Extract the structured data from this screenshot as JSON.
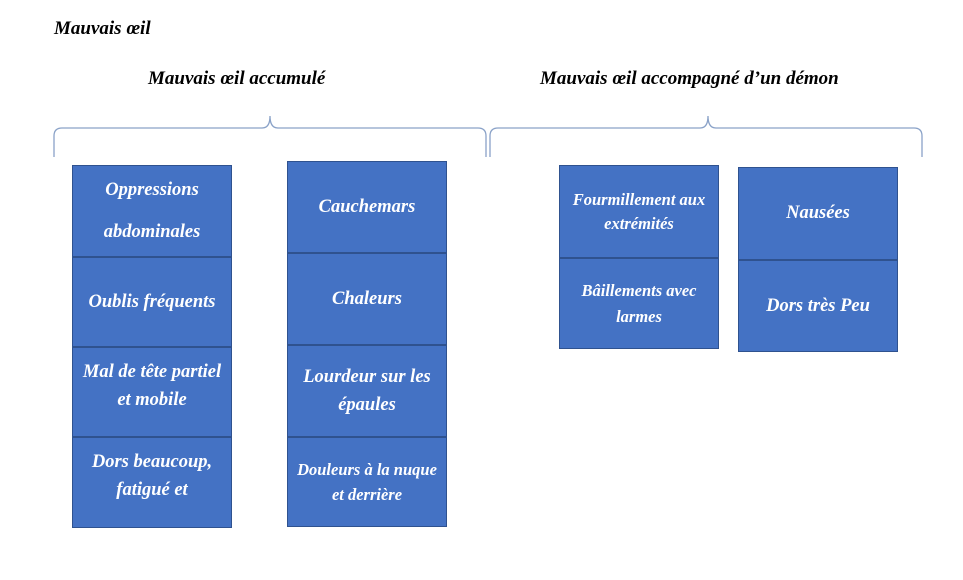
{
  "title": "Mauvais œil",
  "groups": [
    {
      "title": "Mauvais œil accumulé"
    },
    {
      "title": "Mauvais œil accompagné d’un démon"
    }
  ],
  "columns": {
    "c1": [
      "Oppressions abdominales",
      "Oublis fréquents",
      "Mal de tête partiel et mobile",
      "Dors beaucoup, fatigué et"
    ],
    "c2": [
      "Cauchemars",
      "Chaleurs",
      "Lourdeur sur les épaules",
      "Douleurs à la nuque et derrière"
    ],
    "c3": [
      "Fourmillement aux extrémités",
      "Bâillements avec larmes"
    ],
    "c4": [
      "Nausées",
      "Dors très Peu"
    ]
  },
  "colors": {
    "box_fill": "#4472c4",
    "box_border": "#2f528f",
    "brace": "#7f9cc4"
  }
}
